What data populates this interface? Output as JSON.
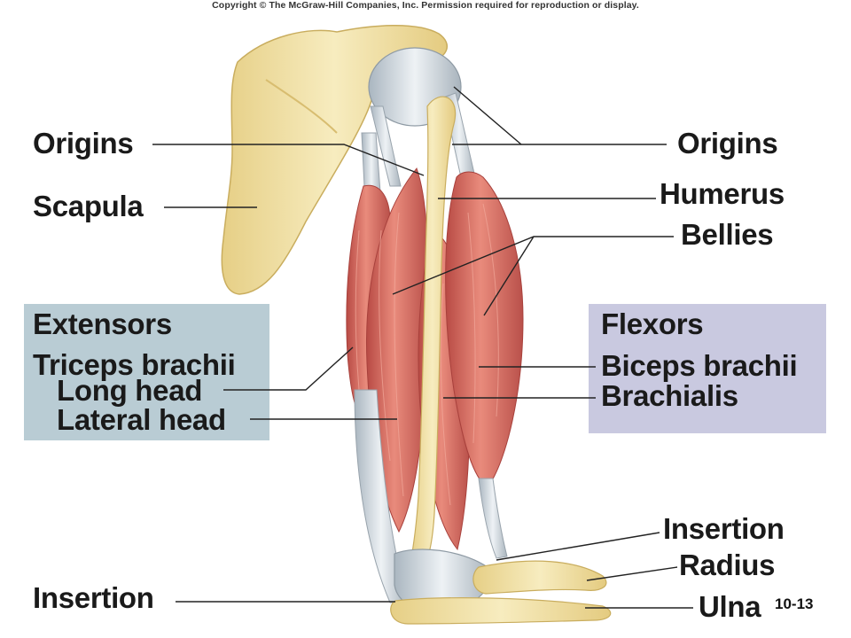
{
  "copyright": "Copyright © The McGraw-Hill Companies, Inc. Permission required for reproduction or display.",
  "labels": {
    "origins_left": "Origins",
    "scapula": "Scapula",
    "extensors": "Extensors",
    "triceps_brachii": "Triceps brachii",
    "long_head": "Long head",
    "lateral_head": "Lateral head",
    "insertion_left": "Insertion",
    "origins_right": "Origins",
    "humerus": "Humerus",
    "bellies": "Bellies",
    "flexors": "Flexors",
    "biceps_brachii": "Biceps brachii",
    "brachialis": "Brachialis",
    "insertion_right": "Insertion",
    "radius": "Radius",
    "ulna": "Ulna"
  },
  "slide_number": "10-13",
  "colors": {
    "extensor_box": "#b9ccd4",
    "flexor_box": "#c9c9e0",
    "bone": "#f2e2a6",
    "muscle": "#d8685e",
    "tendon": "#d6dde3"
  }
}
